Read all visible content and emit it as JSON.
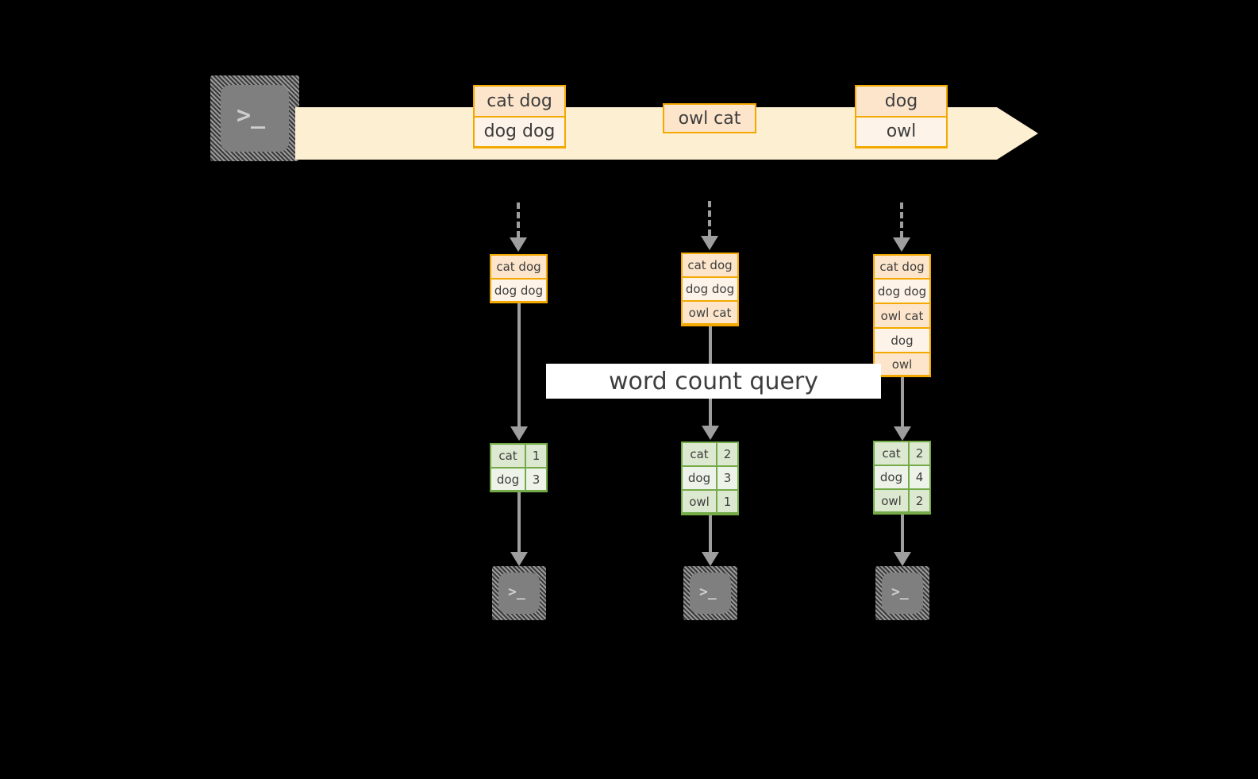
{
  "diagram": {
    "title_label": "word count query",
    "colors": {
      "stream_fill": "#fdefd2",
      "record_border": "#f3a900",
      "record_fill_dark": "#fce5cb",
      "record_fill_light": "#fdf3e8",
      "result_border": "#74ab48",
      "result_fill_dark": "#dde8d0",
      "result_fill_light": "#eef3e9",
      "connector": "#9e9e9e",
      "terminal_body": "#7f7f7f",
      "label_background": "#ffffff",
      "text": "#3d3d3d",
      "canvas": "#000000"
    },
    "producer": {
      "icon": "terminal-icon",
      "glyph": ">_"
    },
    "stream": {
      "icon": "stream-arrow-icon",
      "groups": [
        {
          "rows": [
            {
              "text": "cat dog",
              "shade": "dark"
            },
            {
              "text": "dog dog",
              "shade": "light"
            }
          ]
        },
        {
          "rows": [
            {
              "text": "owl cat",
              "shade": "dark"
            }
          ]
        },
        {
          "rows": [
            {
              "text": "dog",
              "shade": "dark"
            },
            {
              "text": "owl",
              "shade": "light"
            }
          ]
        }
      ]
    },
    "snapshots": [
      {
        "name": "snapshot-1",
        "input_rows": [
          {
            "text": "cat dog",
            "shade": "dark"
          },
          {
            "text": "dog dog",
            "shade": "light"
          }
        ],
        "result_rows": [
          {
            "word": "cat",
            "count": "1",
            "shade": "dark"
          },
          {
            "word": "dog",
            "count": "3",
            "shade": "light"
          }
        ],
        "consumer": {
          "icon": "terminal-icon",
          "glyph": ">_"
        }
      },
      {
        "name": "snapshot-2",
        "input_rows": [
          {
            "text": "cat dog",
            "shade": "dark"
          },
          {
            "text": "dog dog",
            "shade": "light"
          },
          {
            "text": "owl cat",
            "shade": "dark"
          }
        ],
        "result_rows": [
          {
            "word": "cat",
            "count": "2",
            "shade": "dark"
          },
          {
            "word": "dog",
            "count": "3",
            "shade": "light"
          },
          {
            "word": "owl",
            "count": "1",
            "shade": "dark"
          }
        ],
        "consumer": {
          "icon": "terminal-icon",
          "glyph": ">_"
        }
      },
      {
        "name": "snapshot-3",
        "input_rows": [
          {
            "text": "cat dog",
            "shade": "dark"
          },
          {
            "text": "dog dog",
            "shade": "light"
          },
          {
            "text": "owl cat",
            "shade": "dark"
          },
          {
            "text": "dog",
            "shade": "light"
          },
          {
            "text": "owl",
            "shade": "dark"
          }
        ],
        "result_rows": [
          {
            "word": "cat",
            "count": "2",
            "shade": "dark"
          },
          {
            "word": "dog",
            "count": "4",
            "shade": "light"
          },
          {
            "word": "owl",
            "count": "2",
            "shade": "dark"
          }
        ],
        "consumer": {
          "icon": "terminal-icon",
          "glyph": ">_"
        }
      }
    ]
  }
}
